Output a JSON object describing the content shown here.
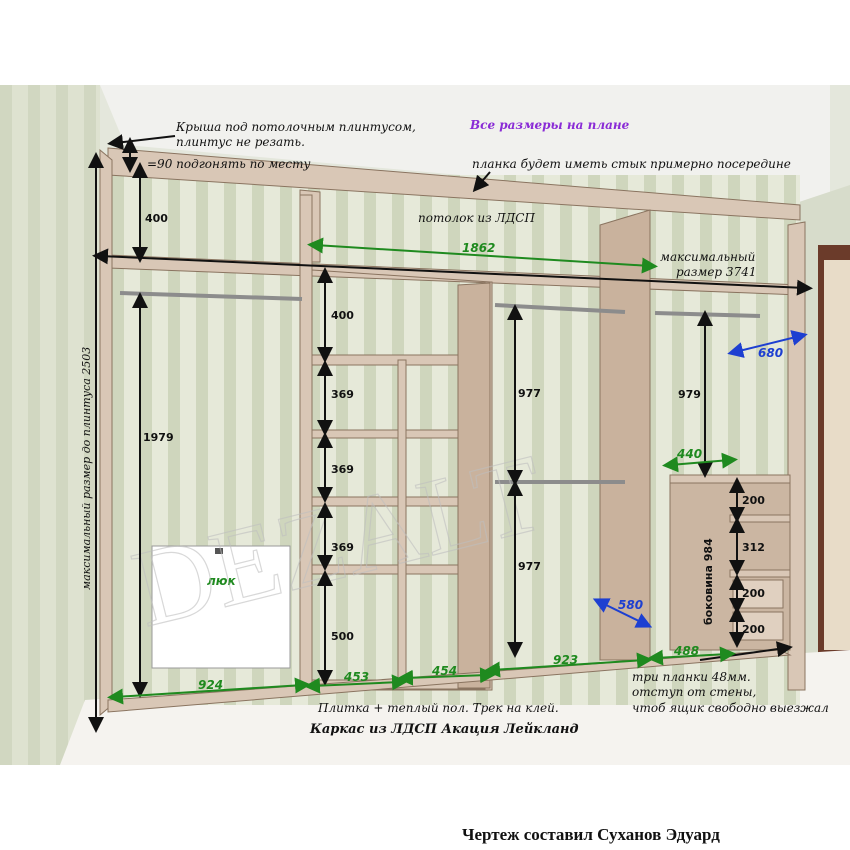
{
  "labels": {
    "roof_note_1": "Крыша под потолочным плинтусом,",
    "roof_note_2": "плинтус не резать.",
    "all_dims_plan": "Все размеры на плане",
    "strip_note": "планка будет иметь стык примерно посередине",
    "gap_90": "=90 подгонять по месту",
    "ceiling": "потолок из ЛДСП",
    "max_size_1": "максимальный",
    "max_size_2": "размер 3741",
    "max_height": "максимальный размер до плинтуса 2503",
    "hatch": "люк",
    "floor_note": "Плитка + теплый пол. Трек на клей.",
    "frame_note": "Каркас из ЛДСП Акация Лейкланд",
    "three_strips_1": "три планки 48мм.",
    "three_strips_2": "отступ от стены,",
    "three_strips_3": "чтоб ящик свободно выезжал",
    "side_984": "боковина 984",
    "author": "Чертеж составил Суханов Эдуард",
    "watermark": "DEZALT"
  },
  "dims": {
    "d400a": "400",
    "d1979": "1979",
    "d400b": "400",
    "d369a": "369",
    "d369b": "369",
    "d369c": "369",
    "d500": "500",
    "d977a": "977",
    "d977b": "977",
    "d979": "979",
    "d200a": "200",
    "d312": "312",
    "d200b": "200",
    "d200c": "200"
  },
  "green_dims": {
    "g1862": "1862",
    "g924": "924",
    "g453": "453",
    "g454": "454",
    "g923": "923",
    "g488": "488",
    "g440": "440"
  },
  "blue_dims": {
    "b680": "680",
    "b580": "580"
  },
  "colors": {
    "panel": "#d9c7b6",
    "panel_dark": "#c4ad98",
    "wall": "#dfe3d2",
    "stripe": "#c9cfb8",
    "green": "#1f8a1f",
    "blue": "#1d3fd1",
    "purple": "#8a2bd6"
  }
}
